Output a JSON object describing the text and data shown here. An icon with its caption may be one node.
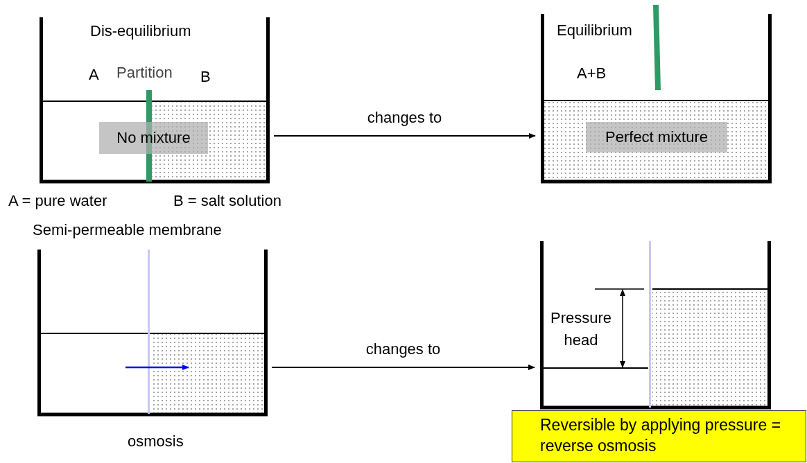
{
  "diagram": {
    "nodes": [
      {
        "text": [
          "Dis-equilibrium",
          "A",
          "Partition",
          "B"
        ]
      },
      {
        "text": [
          "No mixture"
        ],
        "in": 0
      },
      {
        "text": [
          "Equilibrium",
          "A+B"
        ]
      },
      {
        "text": [
          "Perfect mixture"
        ],
        "in": 2
      },
      {
        "text": [
          "Semi-permeable membrane"
        ],
        "beside": [
          "osmosis"
        ]
      },
      {
        "text": [
          "Pressure head"
        ]
      },
      {
        "text": [
          "Reversible by applying pressure = reverse osmosis"
        ]
      }
    ],
    "edges": [
      {
        "from": 0,
        "to": 2,
        "arrow": "to",
        "label": "changes to"
      },
      {
        "from": 4,
        "to": 5,
        "arrow": "to",
        "label": "changes to"
      }
    ],
    "labels": [
      "A = pure water",
      "B = salt solution"
    ]
  }
}
